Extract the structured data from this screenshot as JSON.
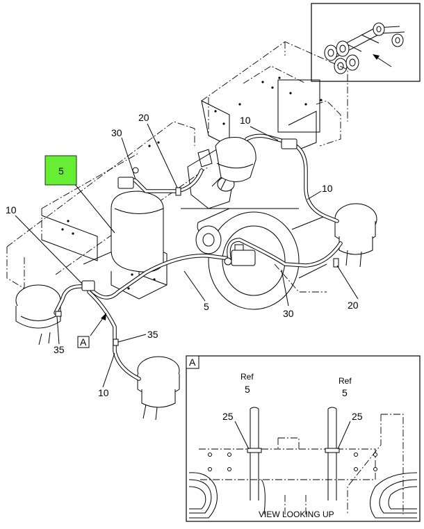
{
  "callouts": {
    "highlighted_5": "5",
    "c30_top": "30",
    "c20_top": "20",
    "c10_top_right": "10",
    "c10_right": "10",
    "c10_left": "10",
    "c35_left": "35",
    "c5_center": "5",
    "c35_center": "35",
    "c10_bottom": "10",
    "c30_right": "30",
    "c20_right": "20"
  },
  "view_marker": "A",
  "detail": {
    "label": "A",
    "ref_left_title": "Ref",
    "ref_left_value": "5",
    "ref_right_title": "Ref",
    "ref_right_value": "5",
    "c25_left": "25",
    "c25_right": "25",
    "caption": "VIEW LOOKING UP"
  },
  "colors": {
    "highlight": "#66ee33",
    "ink": "#000000",
    "paper": "#ffffff"
  }
}
